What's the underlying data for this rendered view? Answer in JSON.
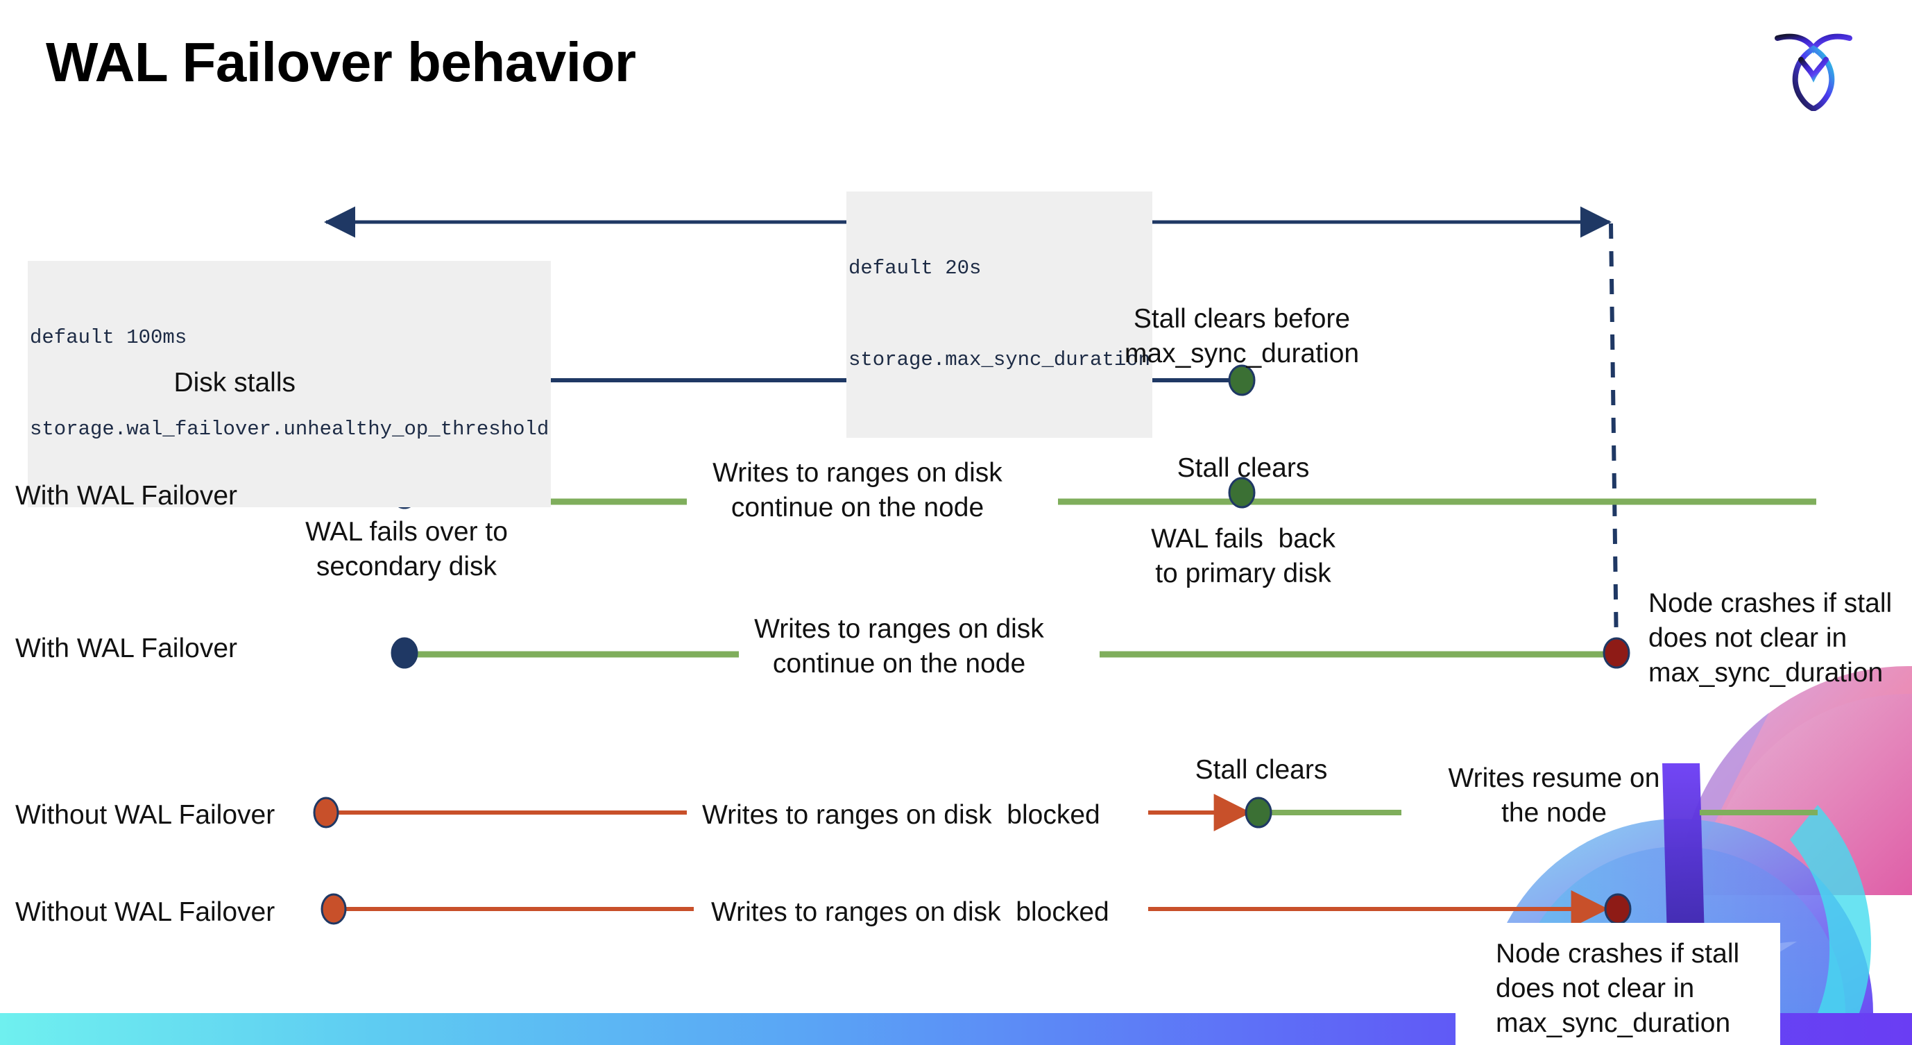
{
  "slide": {
    "title": "WAL Failover behavior",
    "logo_icon": "cockroach-logo-icon"
  },
  "annotations": {
    "max_sync": {
      "default": "default 20s",
      "setting": "storage.max_sync_duration"
    },
    "unhealthy": {
      "default": "default 100ms",
      "setting": "storage.wal_failover.unhealthy_op_threshold"
    }
  },
  "rows": [
    {
      "name": "Disk stalls",
      "note_above": "Stall clears before\nmax_sync_duration"
    },
    {
      "name": "With WAL Failover",
      "note_start": "WAL fails over to\nsecondary disk",
      "note_mid": "Writes to ranges on disk\ncontinue on the node",
      "note_clear": "Stall clears",
      "note_back": "WAL fails  back\nto primary disk"
    },
    {
      "name": "With WAL Failover",
      "note_mid": "Writes to ranges on disk\ncontinue on the node",
      "note_crash": "Node crashes if stall\ndoes not clear in\nmax_sync_duration"
    },
    {
      "name": "Without WAL Failover",
      "note_mid": "Writes to ranges on disk  blocked",
      "note_clear": "Stall clears",
      "note_resume": "Writes resume on\nthe node"
    },
    {
      "name": "Without WAL Failover",
      "note_mid": "Writes to ranges on disk  blocked",
      "note_crash": "Node crashes if stall\ndoes not clear in\nmax_sync_duration"
    }
  ],
  "colors": {
    "navy": "#1F3864",
    "green_line": "#7FAE5C",
    "green_dot": "#3B7034",
    "orange": "#C8502A",
    "dark_red": "#8E1B16",
    "chip_bg": "#EFEFEF",
    "bar_gradient_start": "#6FF0EF",
    "bar_gradient_end": "#6A3DF3"
  }
}
